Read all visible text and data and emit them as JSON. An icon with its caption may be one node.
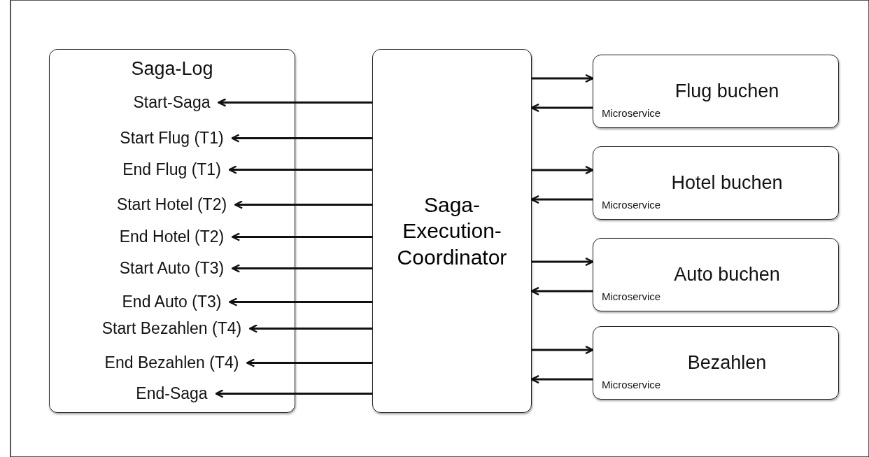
{
  "diagram": {
    "nodes": [
      {
        "text": [
          "Saga-Log"
        ]
      },
      {
        "text": [
          "Start-Saga"
        ],
        "in": 0
      },
      {
        "text": [
          "Start Flug (T1)"
        ],
        "in": 0
      },
      {
        "text": [
          "End Flug (T1)"
        ],
        "in": 0
      },
      {
        "text": [
          "Start Hotel (T2)"
        ],
        "in": 0
      },
      {
        "text": [
          "End Hotel (T2)"
        ],
        "in": 0
      },
      {
        "text": [
          "Start Auto (T3)"
        ],
        "in": 0
      },
      {
        "text": [
          "End Auto (T3)"
        ],
        "in": 0
      },
      {
        "text": [
          "Start Bezahlen (T4)"
        ],
        "in": 0
      },
      {
        "text": [
          "End Bezahlen (T4)"
        ],
        "in": 0
      },
      {
        "text": [
          "End-Saga"
        ],
        "in": 0
      },
      {
        "text": [
          "Saga-Execution-Coordinator"
        ]
      },
      {
        "text": [
          "Flug buchen",
          "Microservice"
        ]
      },
      {
        "text": [
          "Hotel buchen",
          "Microservice"
        ]
      },
      {
        "text": [
          "Auto buchen",
          "Microservice"
        ]
      },
      {
        "text": [
          "Bezahlen",
          "Microservice"
        ]
      }
    ],
    "edges": [
      {
        "from": 11,
        "to": 1,
        "arrow": "to"
      },
      {
        "from": 11,
        "to": 2,
        "arrow": "to"
      },
      {
        "from": 11,
        "to": 3,
        "arrow": "to"
      },
      {
        "from": 11,
        "to": 4,
        "arrow": "to"
      },
      {
        "from": 11,
        "to": 5,
        "arrow": "to"
      },
      {
        "from": 11,
        "to": 6,
        "arrow": "to"
      },
      {
        "from": 11,
        "to": 7,
        "arrow": "to"
      },
      {
        "from": 11,
        "to": 8,
        "arrow": "to"
      },
      {
        "from": 11,
        "to": 9,
        "arrow": "to"
      },
      {
        "from": 11,
        "to": 10,
        "arrow": "to"
      },
      {
        "from": 11,
        "to": 12,
        "arrow": "to"
      },
      {
        "from": 12,
        "to": 11,
        "arrow": "to"
      },
      {
        "from": 11,
        "to": 13,
        "arrow": "to"
      },
      {
        "from": 13,
        "to": 11,
        "arrow": "to"
      },
      {
        "from": 11,
        "to": 14,
        "arrow": "to"
      },
      {
        "from": 14,
        "to": 11,
        "arrow": "to"
      },
      {
        "from": 11,
        "to": 15,
        "arrow": "to"
      },
      {
        "from": 15,
        "to": 11,
        "arrow": "to"
      }
    ]
  }
}
